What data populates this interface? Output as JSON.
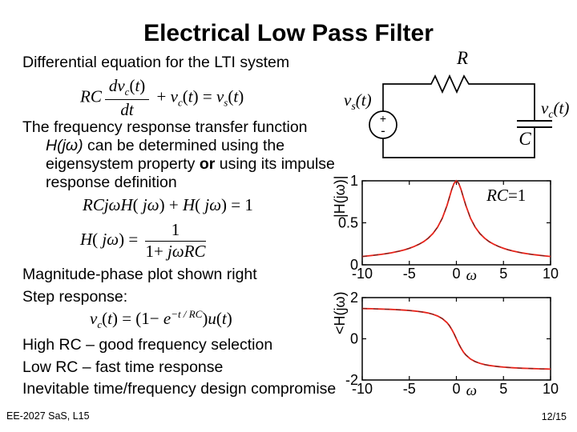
{
  "title": "Electrical Low Pass Filter",
  "colors": {
    "background": "#ffffff",
    "text": "#000000",
    "curve_red": "#e8231a",
    "dash_overlay": "#222222"
  },
  "lines": {
    "diff_intro": [
      {
        "t": "Differential equation for the LTI system"
      }
    ],
    "freq1": [
      {
        "t": "The frequency response transfer function"
      }
    ],
    "freq2": [
      {
        "t": "H(jω)",
        "it": true
      },
      {
        "t": " can be determined using the"
      }
    ],
    "freq3": [
      {
        "t": "eigensystem property "
      },
      {
        "t": "or",
        "b": true
      },
      {
        "t": " using its impulse"
      }
    ],
    "freq4": [
      {
        "t": "response definition"
      }
    ],
    "mag_phase": [
      {
        "t": "Magnitude-phase plot shown right"
      }
    ],
    "step": [
      {
        "t": "Step response:"
      }
    ],
    "high_rc": [
      {
        "t": "High RC – good frequency selection"
      }
    ],
    "low_rc": [
      {
        "t": "Low RC – fast time response"
      }
    ],
    "compromise": [
      {
        "t": "Inevitable time/frequency design compromise"
      }
    ]
  },
  "equations": {
    "ode": [
      {
        "t": "RC",
        "it": true
      },
      {
        "frac": {
          "num": [
            {
              "t": "dv",
              "it": true
            },
            {
              "sub": "c"
            },
            {
              "t": "(",
              "it": false
            },
            {
              "t": "t",
              "it": true
            },
            {
              "t": ")",
              "it": false
            }
          ],
          "den": [
            {
              "t": "dt",
              "it": true
            }
          ]
        }
      },
      {
        "t": " + ",
        "it": false
      },
      {
        "t": "v",
        "it": true
      },
      {
        "sub": "c"
      },
      {
        "t": "(",
        "it": false
      },
      {
        "t": "t",
        "it": true
      },
      {
        "t": ")",
        "it": false
      },
      {
        "t": " = ",
        "it": false
      },
      {
        "t": "v",
        "it": true
      },
      {
        "sub": "s"
      },
      {
        "t": "(",
        "it": false
      },
      {
        "t": "t",
        "it": true
      },
      {
        "t": ")",
        "it": false
      }
    ],
    "freq_resp": [
      {
        "t": "RCjωH",
        "it": true
      },
      {
        "t": "( ",
        "it": false
      },
      {
        "t": "jω",
        "it": true
      },
      {
        "t": ")",
        "it": false
      },
      {
        "t": " + ",
        "it": false
      },
      {
        "t": "H",
        "it": true
      },
      {
        "t": "( ",
        "it": false
      },
      {
        "t": "jω",
        "it": true
      },
      {
        "t": ")",
        "it": false
      },
      {
        "t": " = 1",
        "it": false
      }
    ],
    "transfer": [
      {
        "t": "H",
        "it": true
      },
      {
        "t": "( ",
        "it": false
      },
      {
        "t": "jω",
        "it": true
      },
      {
        "t": ") = ",
        "it": false
      },
      {
        "frac": {
          "num": [
            {
              "t": "1",
              "it": false
            }
          ],
          "den": [
            {
              "t": "1+ ",
              "it": false
            },
            {
              "t": "jωRC",
              "it": true
            }
          ]
        }
      }
    ],
    "step_resp": [
      {
        "t": "v",
        "it": true
      },
      {
        "sub": "c"
      },
      {
        "t": "(",
        "it": false
      },
      {
        "t": "t",
        "it": true
      },
      {
        "t": ") = (1− ",
        "it": false
      },
      {
        "t": "e",
        "it": true
      },
      {
        "sup": "−t / RC"
      },
      {
        "t": ")",
        "it": false
      },
      {
        "t": "u",
        "it": true
      },
      {
        "t": "(",
        "it": false
      },
      {
        "t": "t",
        "it": true
      },
      {
        "t": ")",
        "it": false
      }
    ]
  },
  "circuit": {
    "resistor_label": "R",
    "capacitor_label": "C",
    "plus": "+",
    "minus": "-",
    "source_label": {
      "main": "v",
      "sub": "s",
      "paren": "(t)"
    },
    "output_label": {
      "main": "v",
      "sub": "c",
      "paren": "(t)"
    }
  },
  "footer": {
    "left": "EE-2027 SaS, L15",
    "right": "12/15"
  },
  "chart_data": [
    {
      "type": "line",
      "ylabel": "|H(jω)|",
      "xlabel": "ω",
      "annotation": [
        {
          "t": "RC",
          "it": true
        },
        {
          "t": "=1"
        }
      ],
      "xlim": [
        -10,
        10
      ],
      "ylim": [
        0,
        1
      ],
      "xticks": [
        -10,
        -5,
        0,
        5,
        10
      ],
      "yticks": [
        0,
        0.5,
        1
      ],
      "grid": false,
      "x": [
        -10,
        -9.5,
        -9,
        -8.5,
        -8,
        -7.5,
        -7,
        -6.5,
        -6,
        -5.5,
        -5,
        -4.5,
        -4,
        -3.5,
        -3,
        -2.5,
        -2,
        -1.5,
        -1,
        -0.75,
        -0.5,
        -0.25,
        0,
        0.25,
        0.5,
        0.75,
        1,
        1.5,
        2,
        2.5,
        3,
        3.5,
        4,
        4.5,
        5,
        5.5,
        6,
        6.5,
        7,
        7.5,
        8,
        8.5,
        9,
        9.5,
        10
      ],
      "series": [
        {
          "values": [
            0.0995,
            0.1048,
            0.1104,
            0.1169,
            0.124,
            0.1322,
            0.1414,
            0.1521,
            0.1644,
            0.1789,
            0.1961,
            0.2169,
            0.2425,
            0.2747,
            0.3162,
            0.3714,
            0.4472,
            0.5547,
            0.7071,
            0.8,
            0.8944,
            0.9701,
            1,
            0.9701,
            0.8944,
            0.8,
            0.7071,
            0.5547,
            0.4472,
            0.3714,
            0.3162,
            0.2747,
            0.2425,
            0.2169,
            0.1961,
            0.1789,
            0.1644,
            0.1521,
            0.1414,
            0.1322,
            0.124,
            0.1169,
            0.1104,
            0.1048,
            0.0995
          ]
        }
      ]
    },
    {
      "type": "line",
      "ylabel": "<H(jω)",
      "xlabel": "ω",
      "xlim": [
        -10,
        10
      ],
      "ylim": [
        -2,
        2
      ],
      "xticks": [
        -10,
        -5,
        0,
        5,
        10
      ],
      "yticks": [
        -2,
        0,
        2
      ],
      "grid": false,
      "x": [
        -10,
        -9.5,
        -9,
        -8.5,
        -8,
        -7.5,
        -7,
        -6.5,
        -6,
        -5.5,
        -5,
        -4.5,
        -4,
        -3.5,
        -3,
        -2.5,
        -2,
        -1.5,
        -1,
        -0.75,
        -0.5,
        -0.25,
        0,
        0.25,
        0.5,
        0.75,
        1,
        1.5,
        2,
        2.5,
        3,
        3.5,
        4,
        4.5,
        5,
        5.5,
        6,
        6.5,
        7,
        7.5,
        8,
        8.5,
        9,
        9.5,
        10
      ],
      "series": [
        {
          "values": [
            1.4711,
            1.4659,
            1.4601,
            1.4536,
            1.4464,
            1.4382,
            1.4289,
            1.4181,
            1.4056,
            1.3909,
            1.3734,
            1.3521,
            1.3258,
            1.2925,
            1.249,
            1.1903,
            1.1071,
            0.9828,
            0.7854,
            0.6435,
            0.4636,
            0.245,
            0,
            -0.245,
            -0.4636,
            -0.6435,
            -0.7854,
            -0.9828,
            -1.1071,
            -1.1903,
            -1.249,
            -1.2925,
            -1.3258,
            -1.3521,
            -1.3734,
            -1.3909,
            -1.4056,
            -1.4181,
            -1.4289,
            -1.4382,
            -1.4464,
            -1.4536,
            -1.4601,
            -1.4659,
            -1.4711
          ]
        }
      ]
    }
  ]
}
